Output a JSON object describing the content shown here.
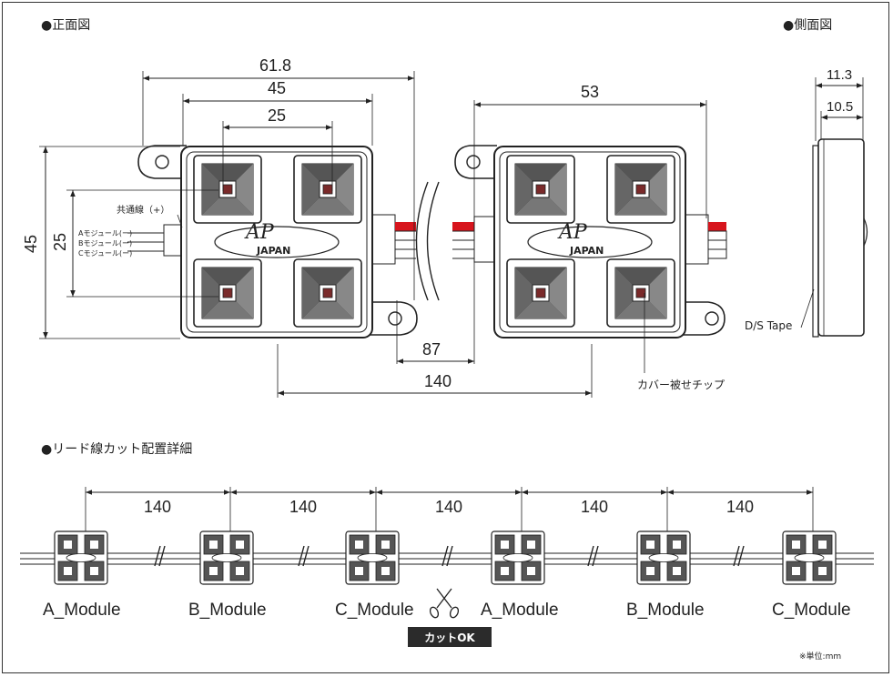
{
  "sections": {
    "front": "●正面図",
    "side": "●側面図",
    "layout": "●リード線カット配置詳細"
  },
  "dims": {
    "w618": "61.8",
    "w45": "45",
    "w25": "25",
    "w53": "53",
    "h45": "45",
    "h25": "25",
    "d87": "87",
    "d140": "140",
    "s113": "11.3",
    "s105": "10.5"
  },
  "wire_labels": {
    "common": "共通線（+）",
    "a": "Aモジュール(ー)",
    "b": "Bモジュール(ー)",
    "c": "Cモジュール(ー)"
  },
  "callouts": {
    "tape": "D/S Tape",
    "cap": "カバー被せチップ"
  },
  "logo": {
    "letters": "AP",
    "word": "JAPAN"
  },
  "layout": {
    "spacings": [
      "140",
      "140",
      "140",
      "140",
      "140"
    ],
    "modules": [
      "A_Module",
      "B_Module",
      "C_Module",
      "A_Module",
      "B_Module",
      "C_Module"
    ],
    "cut_ok": "カットOK"
  },
  "unit_note": "※単位:mm",
  "colors": {
    "red_wire": "#d7151d",
    "outline": "#222222",
    "lens": "#444444"
  }
}
